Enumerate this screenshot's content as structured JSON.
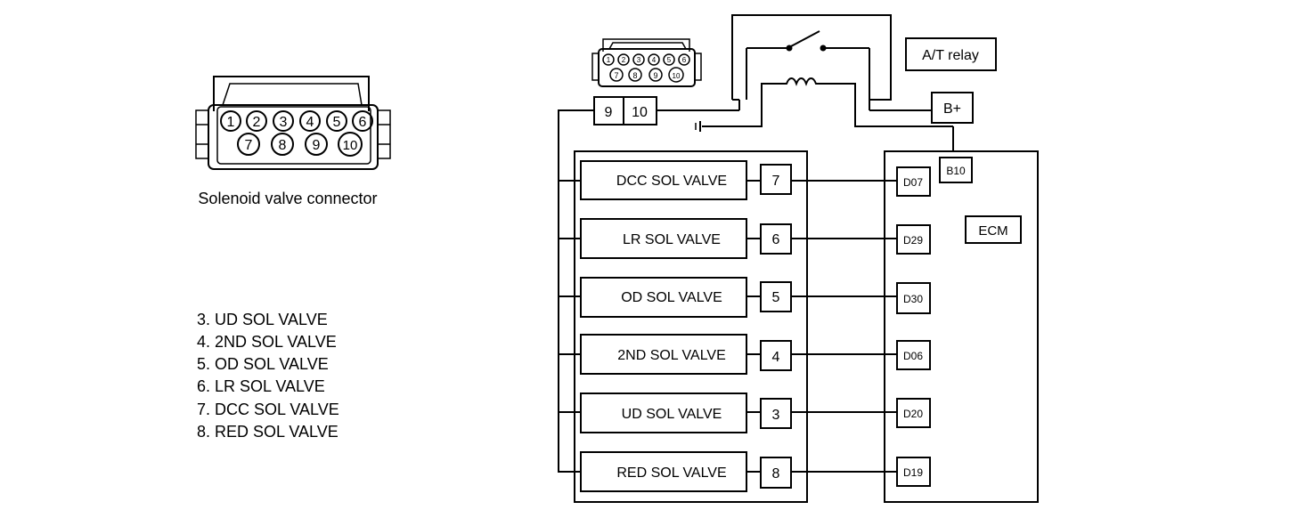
{
  "connector": {
    "title": "Solenoid valve connector",
    "pins_top": [
      "1",
      "2",
      "3",
      "4",
      "5",
      "6"
    ],
    "pins_bottom": [
      "7",
      "8",
      "9",
      "10"
    ]
  },
  "legend": [
    "3. UD SOL VALVE",
    "4. 2ND SOL VALVE",
    "5. OD SOL VALVE",
    "6. LR SOL VALVE",
    "7. DCC SOL VALVE",
    "8. RED SOL VALVE"
  ],
  "small_connector": {
    "pins_top": [
      "1",
      "2",
      "3",
      "4",
      "5",
      "6"
    ],
    "pins_bottom": [
      "7",
      "8",
      "9",
      "10"
    ]
  },
  "power": {
    "pins": [
      "9",
      "10"
    ],
    "relay_label": "A/T relay",
    "bplus_label": "B+"
  },
  "ecm": {
    "label": "ECM",
    "b10_label": "B10"
  },
  "valves": [
    {
      "name": "DCC SOL VALVE",
      "pin": "7",
      "ecm_terminal": "D07"
    },
    {
      "name": "LR SOL VALVE",
      "pin": "6",
      "ecm_terminal": "D29"
    },
    {
      "name": "OD SOL VALVE",
      "pin": "5",
      "ecm_terminal": "D30"
    },
    {
      "name": "2ND SOL VALVE",
      "pin": "4",
      "ecm_terminal": "D06"
    },
    {
      "name": "UD SOL VALVE",
      "pin": "3",
      "ecm_terminal": "D20"
    },
    {
      "name": "RED SOL VALVE",
      "pin": "8",
      "ecm_terminal": "D19"
    }
  ]
}
